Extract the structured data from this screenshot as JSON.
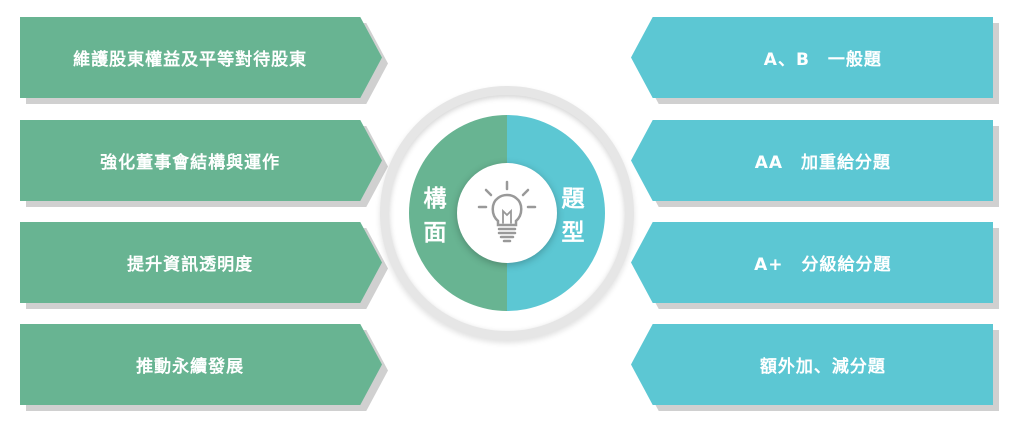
{
  "left_items": [
    {
      "label": "維護股東權益及平等對待股東"
    },
    {
      "label": "強化董事會結構與運作"
    },
    {
      "label": "提升資訊透明度"
    },
    {
      "label": "推動永續發展"
    }
  ],
  "right_items": [
    {
      "label": "A、B　一般題"
    },
    {
      "label": "AA　加重給分題"
    },
    {
      "label": "A+　分級給分題"
    },
    {
      "label": "額外加、減分題"
    }
  ],
  "hub": {
    "left_word": [
      "構",
      "面"
    ],
    "right_word": [
      "題",
      "型"
    ],
    "icon": "lightbulb-icon"
  },
  "colors": {
    "left_green": "#68b492",
    "right_teal": "#5cc7d3",
    "shadow": "#d0d0d0",
    "ring": "#e6e6e6"
  }
}
